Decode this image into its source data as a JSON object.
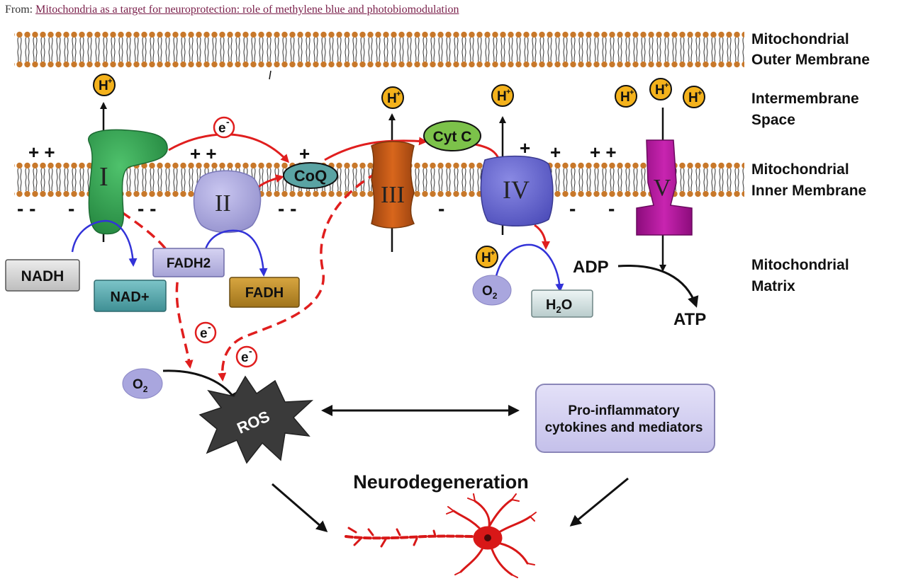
{
  "header": {
    "from_label": "From:",
    "article_title": "Mitochondria as a target for neuroprotection: role of methylene blue and photobiomodulation"
  },
  "regions": {
    "outer_membrane": [
      "Mitochondrial",
      "Outer Membrane"
    ],
    "intermembrane_space": [
      "Intermembrane",
      "Space"
    ],
    "inner_membrane": [
      "Mitochondrial",
      "Inner Membrane"
    ],
    "matrix": [
      "Mitochondrial",
      "Matrix"
    ]
  },
  "complexes": {
    "c1": "I",
    "c2": "II",
    "c3": "III",
    "c4": "IV",
    "c5": "V",
    "coq": "CoQ",
    "cytc": "Cyt C"
  },
  "molecules": {
    "nadh": "NADH",
    "nad_plus": "NAD+",
    "fadh2": "FADH2",
    "fadh": "FADH",
    "h2o_h": "H",
    "h2o_2": "2",
    "h2o_o": "O",
    "o2_o": "O",
    "o2_2": "2",
    "adp": "ADP",
    "atp": "ATP",
    "proton_h": "H",
    "proton_plus": "+",
    "electron_e": "e",
    "electron_minus": "-"
  },
  "charges": {
    "c1": "+ +",
    "c2": "+ +",
    "c3": "+",
    "c4": "+",
    "c5": "+",
    "c6": "+ +",
    "n1": "- -",
    "n2": "-",
    "n3": "- -",
    "n4": "- -",
    "n5": "-",
    "n6": "-",
    "n7": "-"
  },
  "bottom": {
    "ros": "ROS",
    "cytokines": [
      "Pro-inflammatory",
      "cytokines and mediators"
    ],
    "neurodegeneration": "Neurodegeneration"
  },
  "colors": {
    "complex_I": "#2e9e4e",
    "complex_II": "#a9a6de",
    "complex_III": "#c85a14",
    "complex_IV": "#6a6ad0",
    "complex_V": "#b01a9a",
    "coq": "#5aa3a3",
    "cyt_c": "#7cc24a",
    "proton": "#f4b21c",
    "electron_path": "#e01e1e",
    "arrow_blue": "#3232d8",
    "lipid_head": "#c8782a",
    "neuron": "#d81818"
  }
}
